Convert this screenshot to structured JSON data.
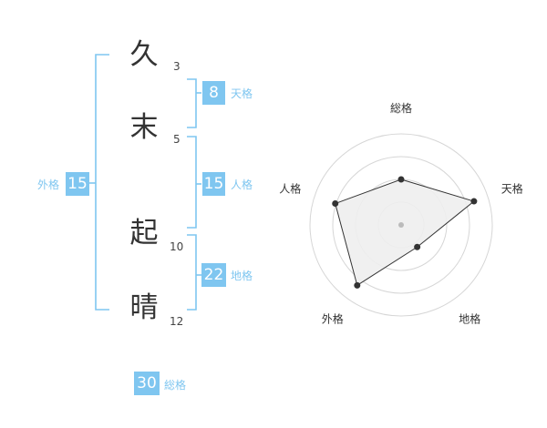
{
  "name_chars": [
    {
      "char": "久",
      "strokes": "3"
    },
    {
      "char": "末",
      "strokes": "5"
    },
    {
      "char": "起",
      "strokes": "10"
    },
    {
      "char": "晴",
      "strokes": "12"
    }
  ],
  "fortunes": {
    "tenkaku": {
      "value": "8",
      "label": "天格"
    },
    "jinkaku": {
      "value": "15",
      "label": "人格"
    },
    "chikaku": {
      "value": "22",
      "label": "地格"
    },
    "gaikaku": {
      "value": "15",
      "label": "外格"
    },
    "soukaku": {
      "value": "30",
      "label": "総格"
    }
  },
  "colors": {
    "accent": "#7fc6f0",
    "text": "#333333",
    "radar_line": "#333333",
    "radar_fill": "#eeeeee"
  },
  "chart_data": {
    "type": "radar",
    "axes": [
      "総格",
      "天格",
      "地格",
      "外格",
      "人格"
    ],
    "values": [
      2.5,
      4.2,
      1.5,
      4.1,
      3.8
    ],
    "max": 5,
    "rings": 4
  }
}
